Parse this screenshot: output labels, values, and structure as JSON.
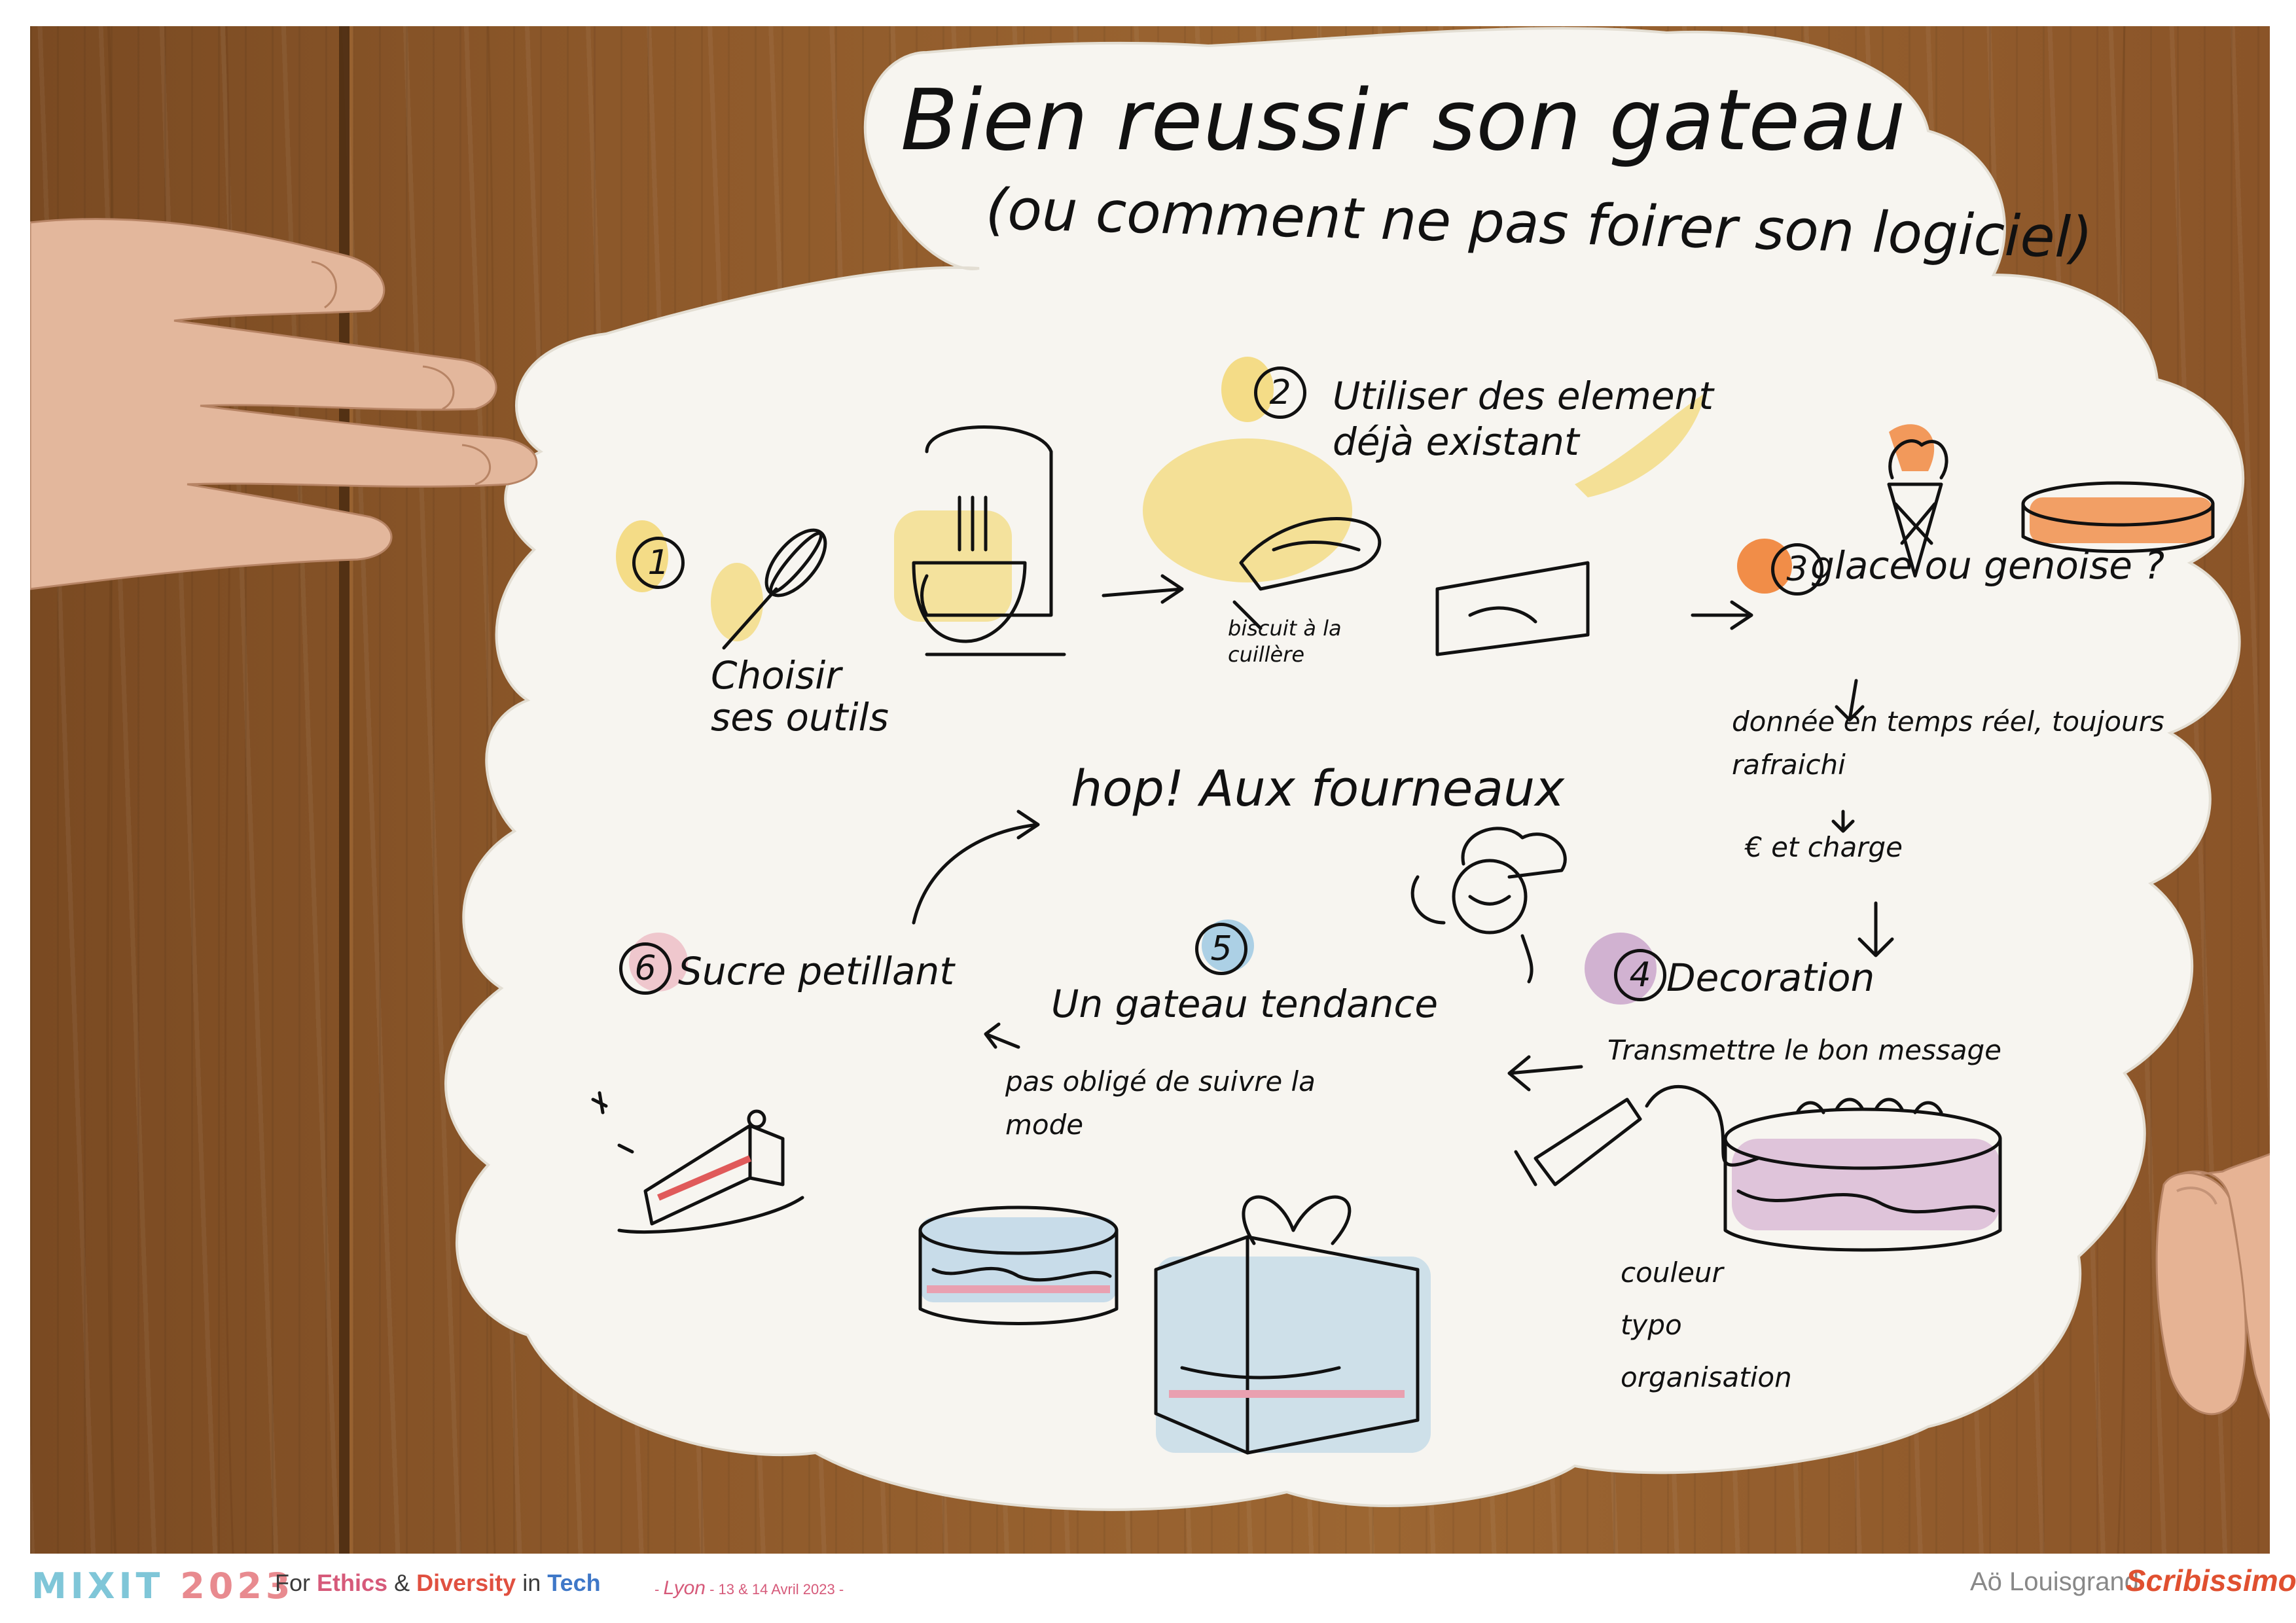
{
  "sketch": {
    "title": "Bien reussir son gateau",
    "subtitle": "(ou comment ne pas foirer son logiciel)",
    "steps": [
      {
        "number": "1",
        "label": "Choisir ses outils"
      },
      {
        "number": "2",
        "label": "Utiliser des element déjà existant",
        "note": "biscuit à la cuillère"
      },
      {
        "number": "3",
        "label": "glace ou genoise ?",
        "details": [
          "donnée en temps réel, toujours rafraichi",
          "€ et charge"
        ]
      },
      {
        "number": "4",
        "label": "Decoration",
        "details": [
          "Transmettre le bon message",
          "couleur",
          "typo",
          "organisation"
        ]
      },
      {
        "number": "5",
        "label": "Un gateau tendance",
        "details": [
          "pas obligé de suivre la mode"
        ]
      },
      {
        "number": "6",
        "label": "Sucre petillant"
      }
    ],
    "center": "hop! Aux fourneaux"
  },
  "footer": {
    "brand_a": "MIXIT",
    "brand_b": "2023",
    "tagline_prefix": "For",
    "tagline_ethics": "Ethics",
    "tagline_amp": "&",
    "tagline_diversity": "Diversity",
    "tagline_in": "in",
    "tagline_tech": "Tech",
    "city": "Lyon",
    "dates": "13 & 14 Avril 2023",
    "credit": "Aö Louisgrand",
    "studio": "Scribissimo"
  },
  "colors": {
    "wood": "#8f5a2b",
    "paper": "#f7f5f0",
    "yellow_wash": "#f2d25a",
    "orange_wash": "#f07a2a",
    "purple_wash": "#b27ab8",
    "blue_wash": "#6fb0dc",
    "pink_wash": "#e9a0b0",
    "red_wash": "#e05a5a"
  }
}
